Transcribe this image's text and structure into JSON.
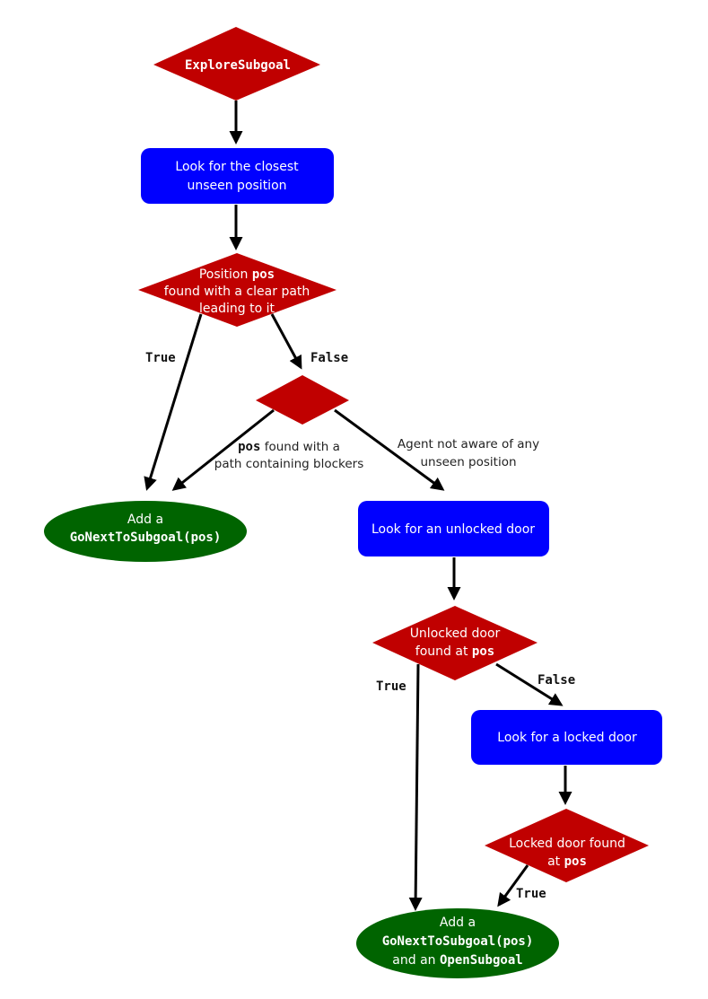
{
  "colors": {
    "decision": "#c00000",
    "process": "#0000ff",
    "terminal": "#006400",
    "edge": "#000000"
  },
  "nodes": {
    "start": {
      "label": "ExploreSubgoal"
    },
    "look_unseen": {
      "line1": "Look for the closest",
      "line2": "unseen position"
    },
    "found_pos": {
      "line1_a": "Position ",
      "line1_b": "pos",
      "line2": "found with a clear path",
      "line3": "leading to it"
    },
    "decision_blank": {
      "label": ""
    },
    "add_goto_1": {
      "line1": "Add a",
      "line2": "GoNextToSubgoal(pos)"
    },
    "look_unlocked": {
      "label": "Look for an unlocked door"
    },
    "unlocked_found": {
      "line1": "Unlocked door",
      "line2_a": "found at ",
      "line2_b": "pos"
    },
    "look_locked": {
      "label": "Look for a locked door"
    },
    "locked_found": {
      "line1": "Locked door found",
      "line2_a": "at ",
      "line2_b": "pos"
    },
    "add_goto_2": {
      "line1": "Add a",
      "line2": "GoNextToSubgoal(pos)",
      "line3_a": "and an ",
      "line3_b": "OpenSubgoal"
    }
  },
  "edge_labels": {
    "true_1": "True",
    "false_1": "False",
    "blockers_a": "pos",
    "blockers_b": " found with a",
    "blockers_c": "path containing blockers",
    "not_aware_1": "Agent not aware of any",
    "not_aware_2": "unseen position",
    "true_2": "True",
    "false_2": "False",
    "true_3": "True"
  }
}
